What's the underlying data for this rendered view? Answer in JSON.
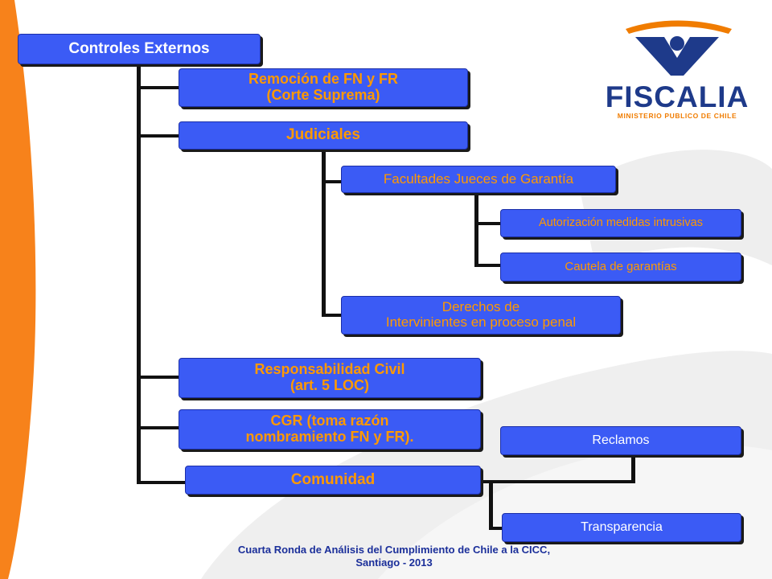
{
  "colors": {
    "box_fill": "#3b5bf5",
    "accent_orange": "#ff9900",
    "footer_blue": "#1b2f9a",
    "logo_blue": "#1e3a8a",
    "logo_orange": "#f07c00"
  },
  "logo": {
    "name": "FISCALIA",
    "subtitle": "MINISTERIO PUBLICO DE CHILE",
    "icon": "fiscalia-emblem-icon"
  },
  "nodes": {
    "root": "Controles Externos",
    "remocion": "Remoción de FN y FR\n(Corte Suprema)",
    "judiciales": "Judiciales",
    "facultades": "Facultades Jueces de Garantía",
    "autorizacion": "Autorización medidas intrusivas",
    "cautela": "Cautela de garantías",
    "derechos": "Derechos de\nIntervinientes en proceso penal",
    "responsabilidad": "Responsabilidad Civil\n(art. 5 LOC)",
    "cgr": "CGR (toma razón\nnombramiento FN y FR).",
    "comunidad": "Comunidad",
    "reclamos": "Reclamos",
    "transparencia": "Transparencia"
  },
  "footer": "Cuarta Ronda de Análisis del Cumplimiento de Chile a la CICC,\nSantiago - 2013"
}
